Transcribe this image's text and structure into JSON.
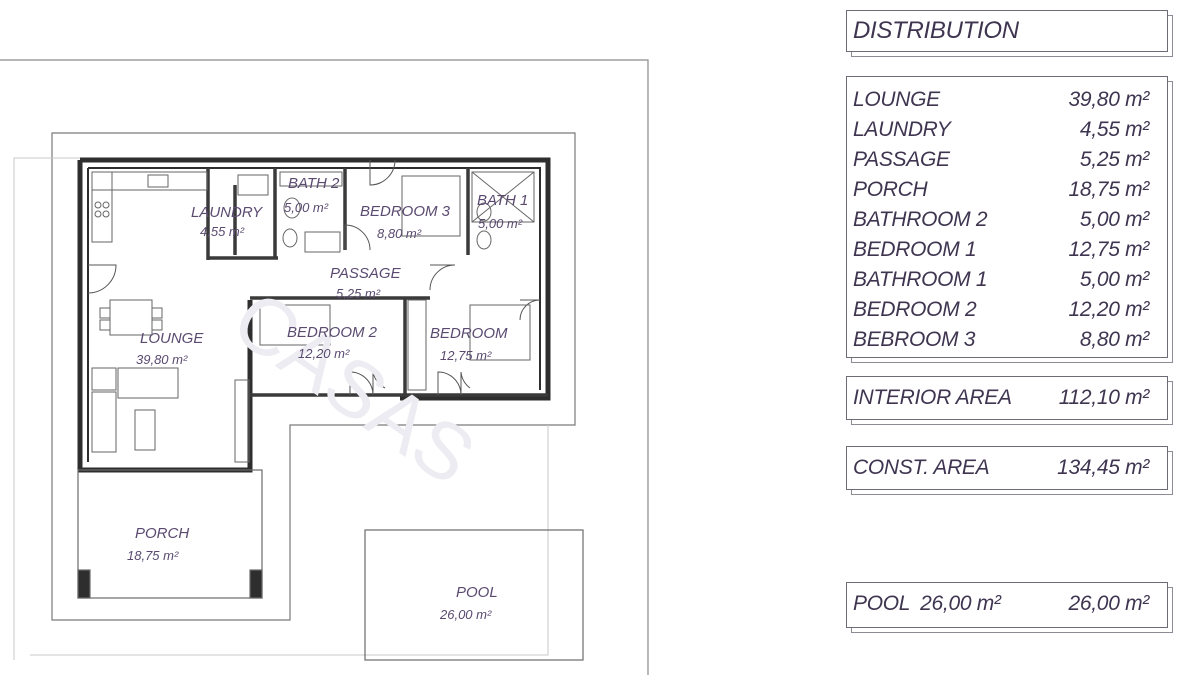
{
  "distribution": {
    "title": "DISTRIBUTION",
    "rows": [
      {
        "room": "LOUNGE",
        "area": "39,80 m²"
      },
      {
        "room": "LAUNDRY",
        "area": "4,55 m²"
      },
      {
        "room": "PASSAGE",
        "area": "5,25 m²"
      },
      {
        "room": "PORCH",
        "area": "18,75 m²"
      },
      {
        "room": "BATHROOM 2",
        "area": "5,00 m²"
      },
      {
        "room": "BEDROOM 1",
        "area": "12,75 m²"
      },
      {
        "room": "BATHROOM 1",
        "area": "5,00 m²"
      },
      {
        "room": "BEDROOM 2",
        "area": "12,20 m²"
      },
      {
        "room": "BEBROOM 3",
        "area": "8,80 m²"
      }
    ]
  },
  "interior": {
    "label": "INTERIOR AREA",
    "value": "112,10 m²"
  },
  "construction": {
    "label": "CONST. AREA",
    "value": "134,45 m²"
  },
  "pool_summary": {
    "label": "POOL",
    "value1": "26,00 m²",
    "value2": "26,00 m²"
  },
  "plan": {
    "watermark": "CASAS",
    "rooms": [
      {
        "id": "laundry",
        "name": "LAUNDRY",
        "area": "4,55 m²"
      },
      {
        "id": "bath2",
        "name": "BATH 2",
        "area": "5,00 m²"
      },
      {
        "id": "bedroom3",
        "name": "BEDROOM 3",
        "area": "8,80 m²"
      },
      {
        "id": "bath1",
        "name": "BATH 1",
        "area": "5,00 m²"
      },
      {
        "id": "passage",
        "name": "PASSAGE",
        "area": "5,25 m²"
      },
      {
        "id": "lounge",
        "name": "LOUNGE",
        "area": "39,80 m²"
      },
      {
        "id": "bedroom2",
        "name": "BEDROOM 2",
        "area": "12,20 m²"
      },
      {
        "id": "bedroom1",
        "name": "BEDROOM",
        "area": "12,75 m²"
      },
      {
        "id": "porch",
        "name": "PORCH",
        "area": "18,75 m²"
      },
      {
        "id": "pool",
        "name": "POOL",
        "area": "26,00 m²"
      }
    ]
  }
}
